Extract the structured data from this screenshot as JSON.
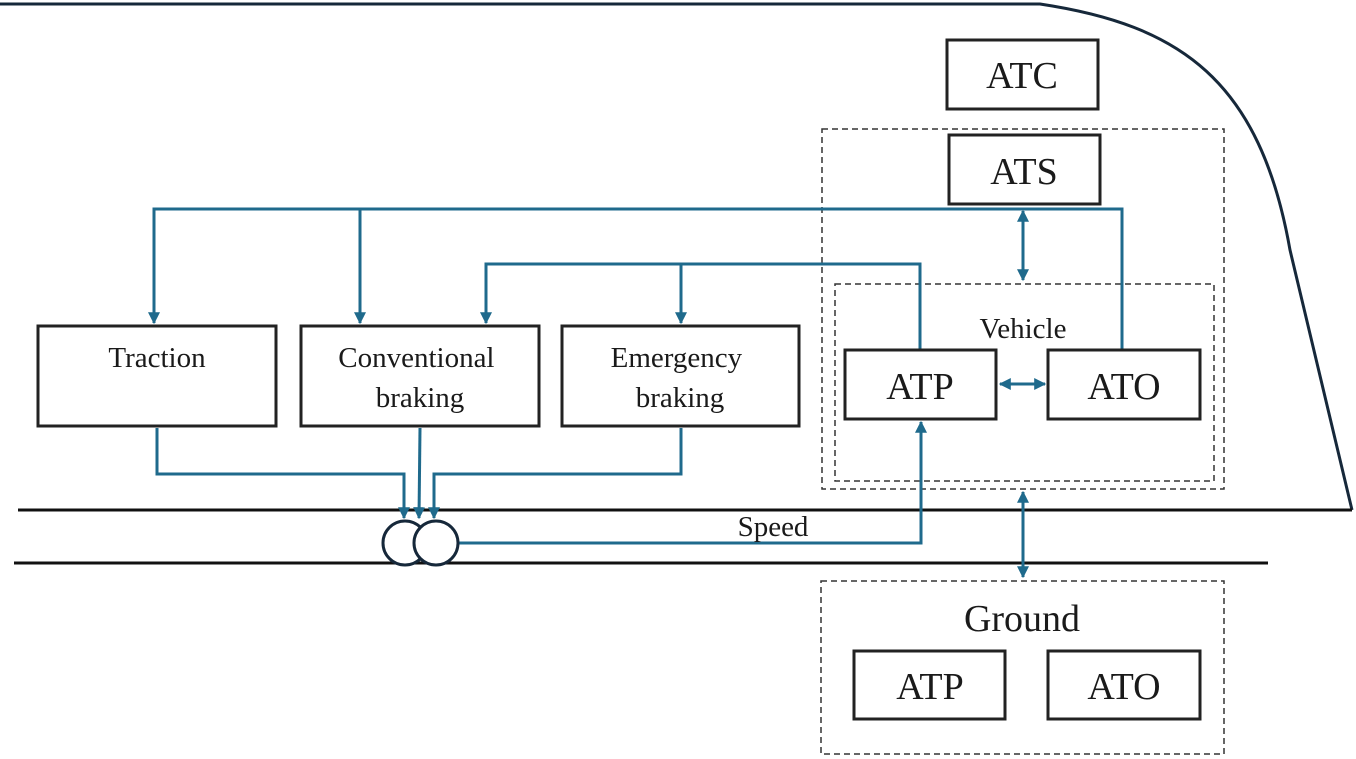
{
  "colors": {
    "flow_line": "#1f6a8c",
    "box_border": "#222222",
    "train_outline": "#16283a",
    "background": "#ffffff"
  },
  "blocks": {
    "atc": "ATC",
    "ats": "ATS",
    "traction": "Traction",
    "conventional_braking": [
      "Conventional",
      "braking"
    ],
    "emergency_braking": [
      "Emergency",
      "braking"
    ],
    "vehicle_atp": "ATP",
    "vehicle_ato": "ATO",
    "ground_atp": "ATP",
    "ground_ato": "ATO"
  },
  "groups": {
    "vehicle": "Vehicle",
    "ground": "Ground"
  },
  "signals": {
    "speed": "Speed"
  }
}
